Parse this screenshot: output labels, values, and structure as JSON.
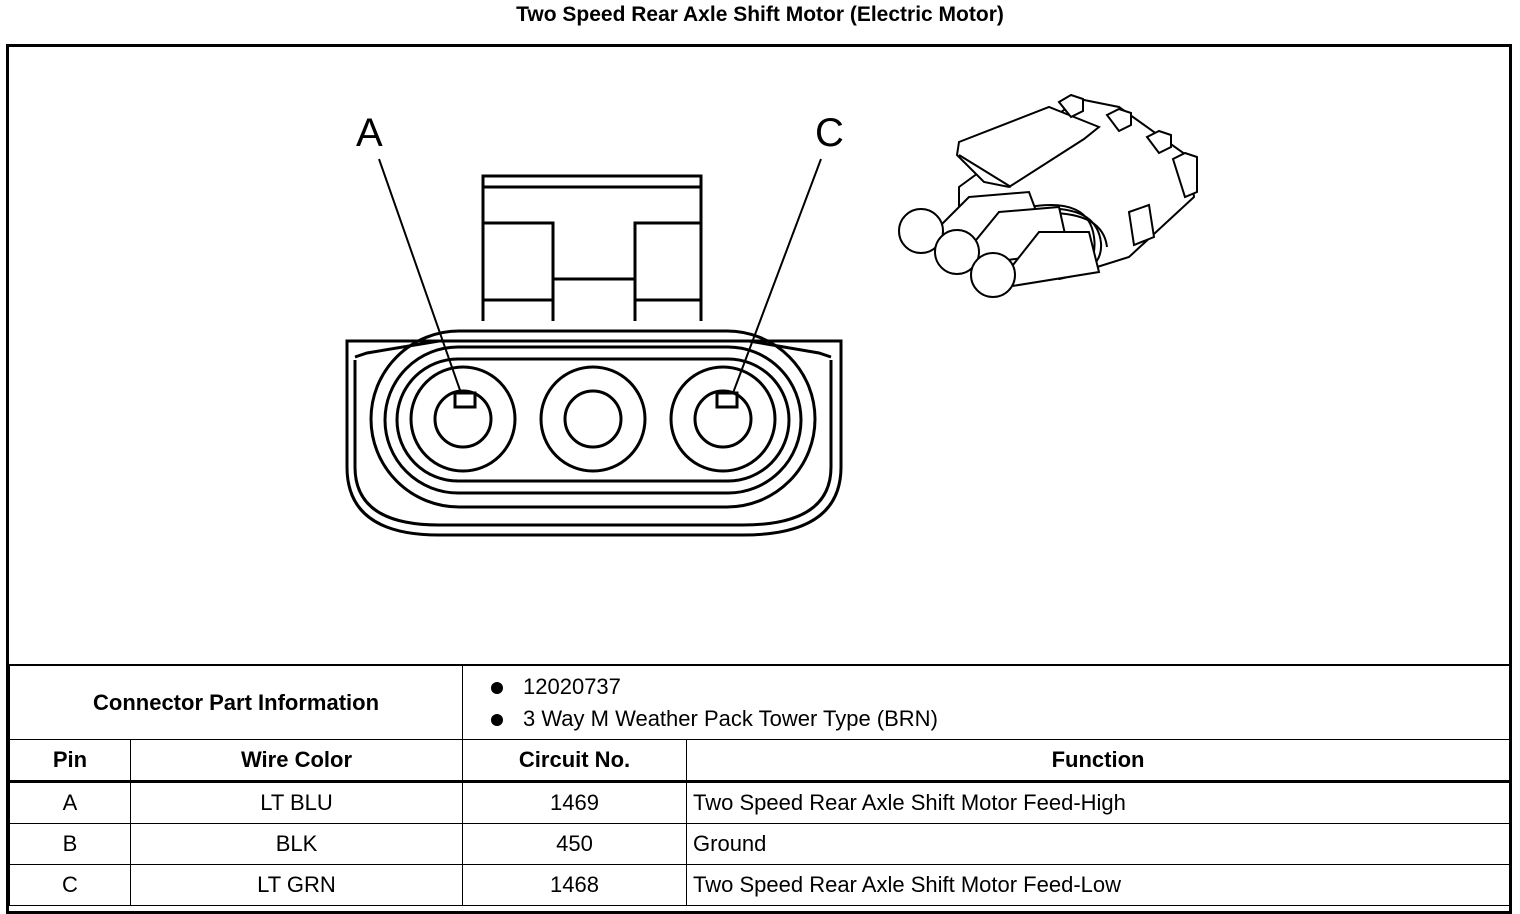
{
  "title": "Two Speed Rear Axle Shift Motor (Electric Motor)",
  "diagram": {
    "pin_labels": [
      "A",
      "C"
    ]
  },
  "connector": {
    "label": "Connector Part Information",
    "items": [
      "12020737",
      "3 Way M Weather Pack Tower Type (BRN)"
    ]
  },
  "table": {
    "headers": [
      "Pin",
      "Wire Color",
      "Circuit No.",
      "Function"
    ],
    "rows": [
      [
        "A",
        "LT BLU",
        "1469",
        "Two Speed Rear Axle Shift Motor Feed-High"
      ],
      [
        "B",
        "BLK",
        "450",
        "Ground"
      ],
      [
        "C",
        "LT GRN",
        "1468",
        "Two Speed Rear Axle Shift Motor Feed-Low"
      ]
    ]
  }
}
